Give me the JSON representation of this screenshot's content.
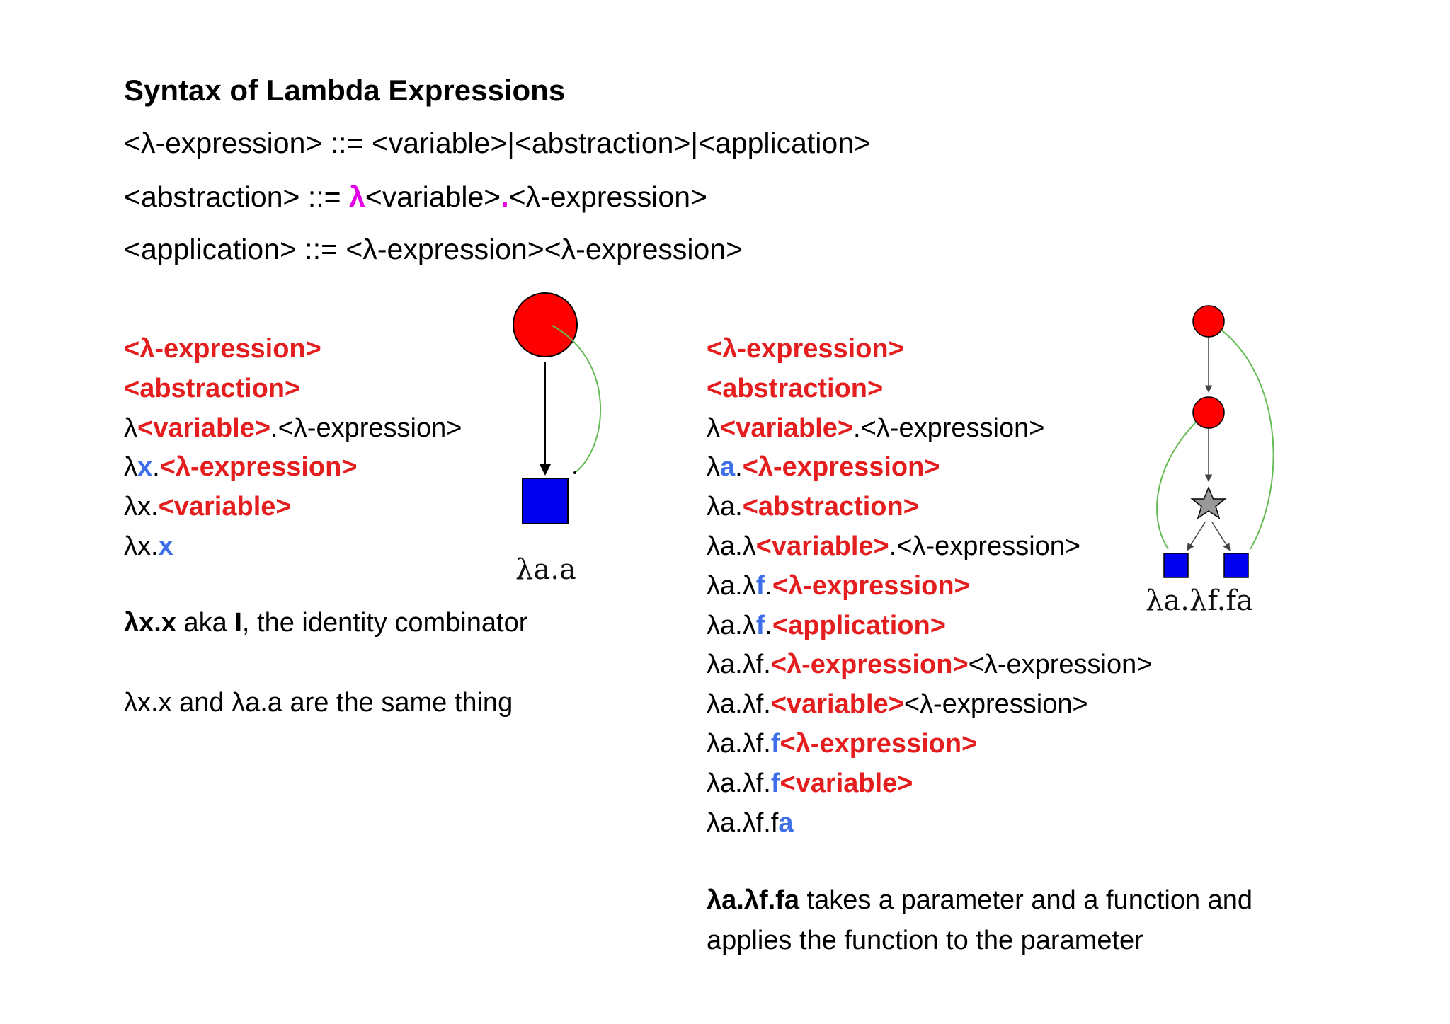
{
  "title": "Syntax of Lambda Expressions",
  "grammar": {
    "rule1": "<λ-expression> ::= <variable>|<abstraction>|<application>",
    "rule2_a": "<abstraction> ::= ",
    "rule2_lambda": "λ",
    "rule2_b": "<variable>",
    "rule2_dot": ".",
    "rule2_c": "<λ-expression>",
    "rule3": "<application> ::= <λ-expression><λ-expression>"
  },
  "left_derivation": [
    [
      {
        "t": "<λ-expression>",
        "c": "red"
      }
    ],
    [
      {
        "t": "<abstraction>",
        "c": "red"
      }
    ],
    [
      {
        "t": "λ"
      },
      {
        "t": "<variable>",
        "c": "red"
      },
      {
        "t": ".<λ-expression>"
      }
    ],
    [
      {
        "t": "λ"
      },
      {
        "t": "x",
        "c": "blue"
      },
      {
        "t": "."
      },
      {
        "t": "<λ-expression>",
        "c": "red"
      }
    ],
    [
      {
        "t": "λx."
      },
      {
        "t": "<variable>",
        "c": "red"
      }
    ],
    [
      {
        "t": "λx."
      },
      {
        "t": "x",
        "c": "blue"
      }
    ]
  ],
  "right_derivation": [
    [
      {
        "t": "<λ-expression>",
        "c": "red"
      }
    ],
    [
      {
        "t": "<abstraction>",
        "c": "red"
      }
    ],
    [
      {
        "t": "λ"
      },
      {
        "t": "<variable>",
        "c": "red"
      },
      {
        "t": ".<λ-expression>"
      }
    ],
    [
      {
        "t": "λ"
      },
      {
        "t": "a",
        "c": "blue"
      },
      {
        "t": "."
      },
      {
        "t": "<λ-expression>",
        "c": "red"
      }
    ],
    [
      {
        "t": "λa."
      },
      {
        "t": "<abstraction>",
        "c": "red"
      }
    ],
    [
      {
        "t": "λa.λ"
      },
      {
        "t": "<variable>",
        "c": "red"
      },
      {
        "t": ".<λ-expression>"
      }
    ],
    [
      {
        "t": "λa.λ"
      },
      {
        "t": "f",
        "c": "blue"
      },
      {
        "t": "."
      },
      {
        "t": "<λ-expression>",
        "c": "red"
      }
    ],
    [
      {
        "t": "λa.λ"
      },
      {
        "t": "f",
        "c": "blue"
      },
      {
        "t": "."
      },
      {
        "t": "<application>",
        "c": "red"
      }
    ],
    [
      {
        "t": "λa.λf."
      },
      {
        "t": "<λ-expression>",
        "c": "red"
      },
      {
        "t": "<λ-expression>"
      }
    ],
    [
      {
        "t": "λa.λf."
      },
      {
        "t": "<variable>",
        "c": "red"
      },
      {
        "t": "<λ-expression>"
      }
    ],
    [
      {
        "t": "λa.λf."
      },
      {
        "t": "f",
        "c": "blue"
      },
      {
        "t": "<λ-expression>",
        "c": "red"
      }
    ],
    [
      {
        "t": "λa.λf."
      },
      {
        "t": "f",
        "c": "blue"
      },
      {
        "t": "<variable>",
        "c": "red"
      }
    ],
    [
      {
        "t": "λa.λf.f"
      },
      {
        "t": "a",
        "c": "blue"
      }
    ]
  ],
  "notes": {
    "identity_bold": "λx.x",
    "identity_mid": " aka ",
    "identity_bold2": "I",
    "identity_rest": ", the identity combinator",
    "same_thing": "λx.x and λa.a are the same thing",
    "apply_bold": "λa.λf.fa",
    "apply_rest": " takes a parameter and a function and",
    "apply_line2": "applies the function to the parameter"
  },
  "graphs": {
    "left_label": "λa.a",
    "right_label": "λa.λf.fa"
  },
  "colors": {
    "keyword_red": "#e41e1e",
    "variable_blue": "#3f6fe8",
    "lambda_magenta": "#e400e4",
    "node_red": "#ff0000",
    "node_blue": "#0000ee",
    "node_star": "#999999",
    "edge_green": "#66bb55"
  }
}
